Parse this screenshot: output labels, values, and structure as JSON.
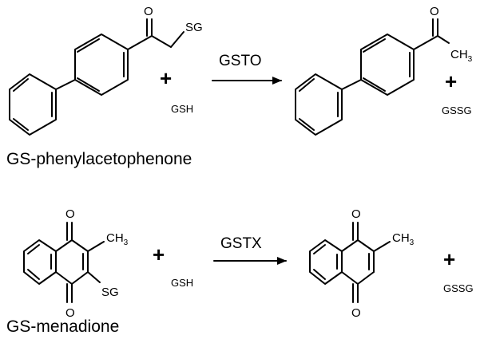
{
  "reactions": [
    {
      "enzyme": "GSTO",
      "substrate_name": "GS-phenylacetophenone",
      "substrate_group": "SG",
      "carbonyl_o": "O",
      "cofactor": "GSH",
      "product_group": "CH",
      "product_group_sub": "3",
      "byproduct": "GSSG",
      "plus": "+"
    },
    {
      "enzyme": "GSTX",
      "substrate_name": "GS-menadione",
      "substrate_group": "SG",
      "methyl": "CH",
      "methyl_sub": "3",
      "quinone_o": "O",
      "cofactor": "GSH",
      "byproduct": "GSSG",
      "plus": "+"
    }
  ]
}
